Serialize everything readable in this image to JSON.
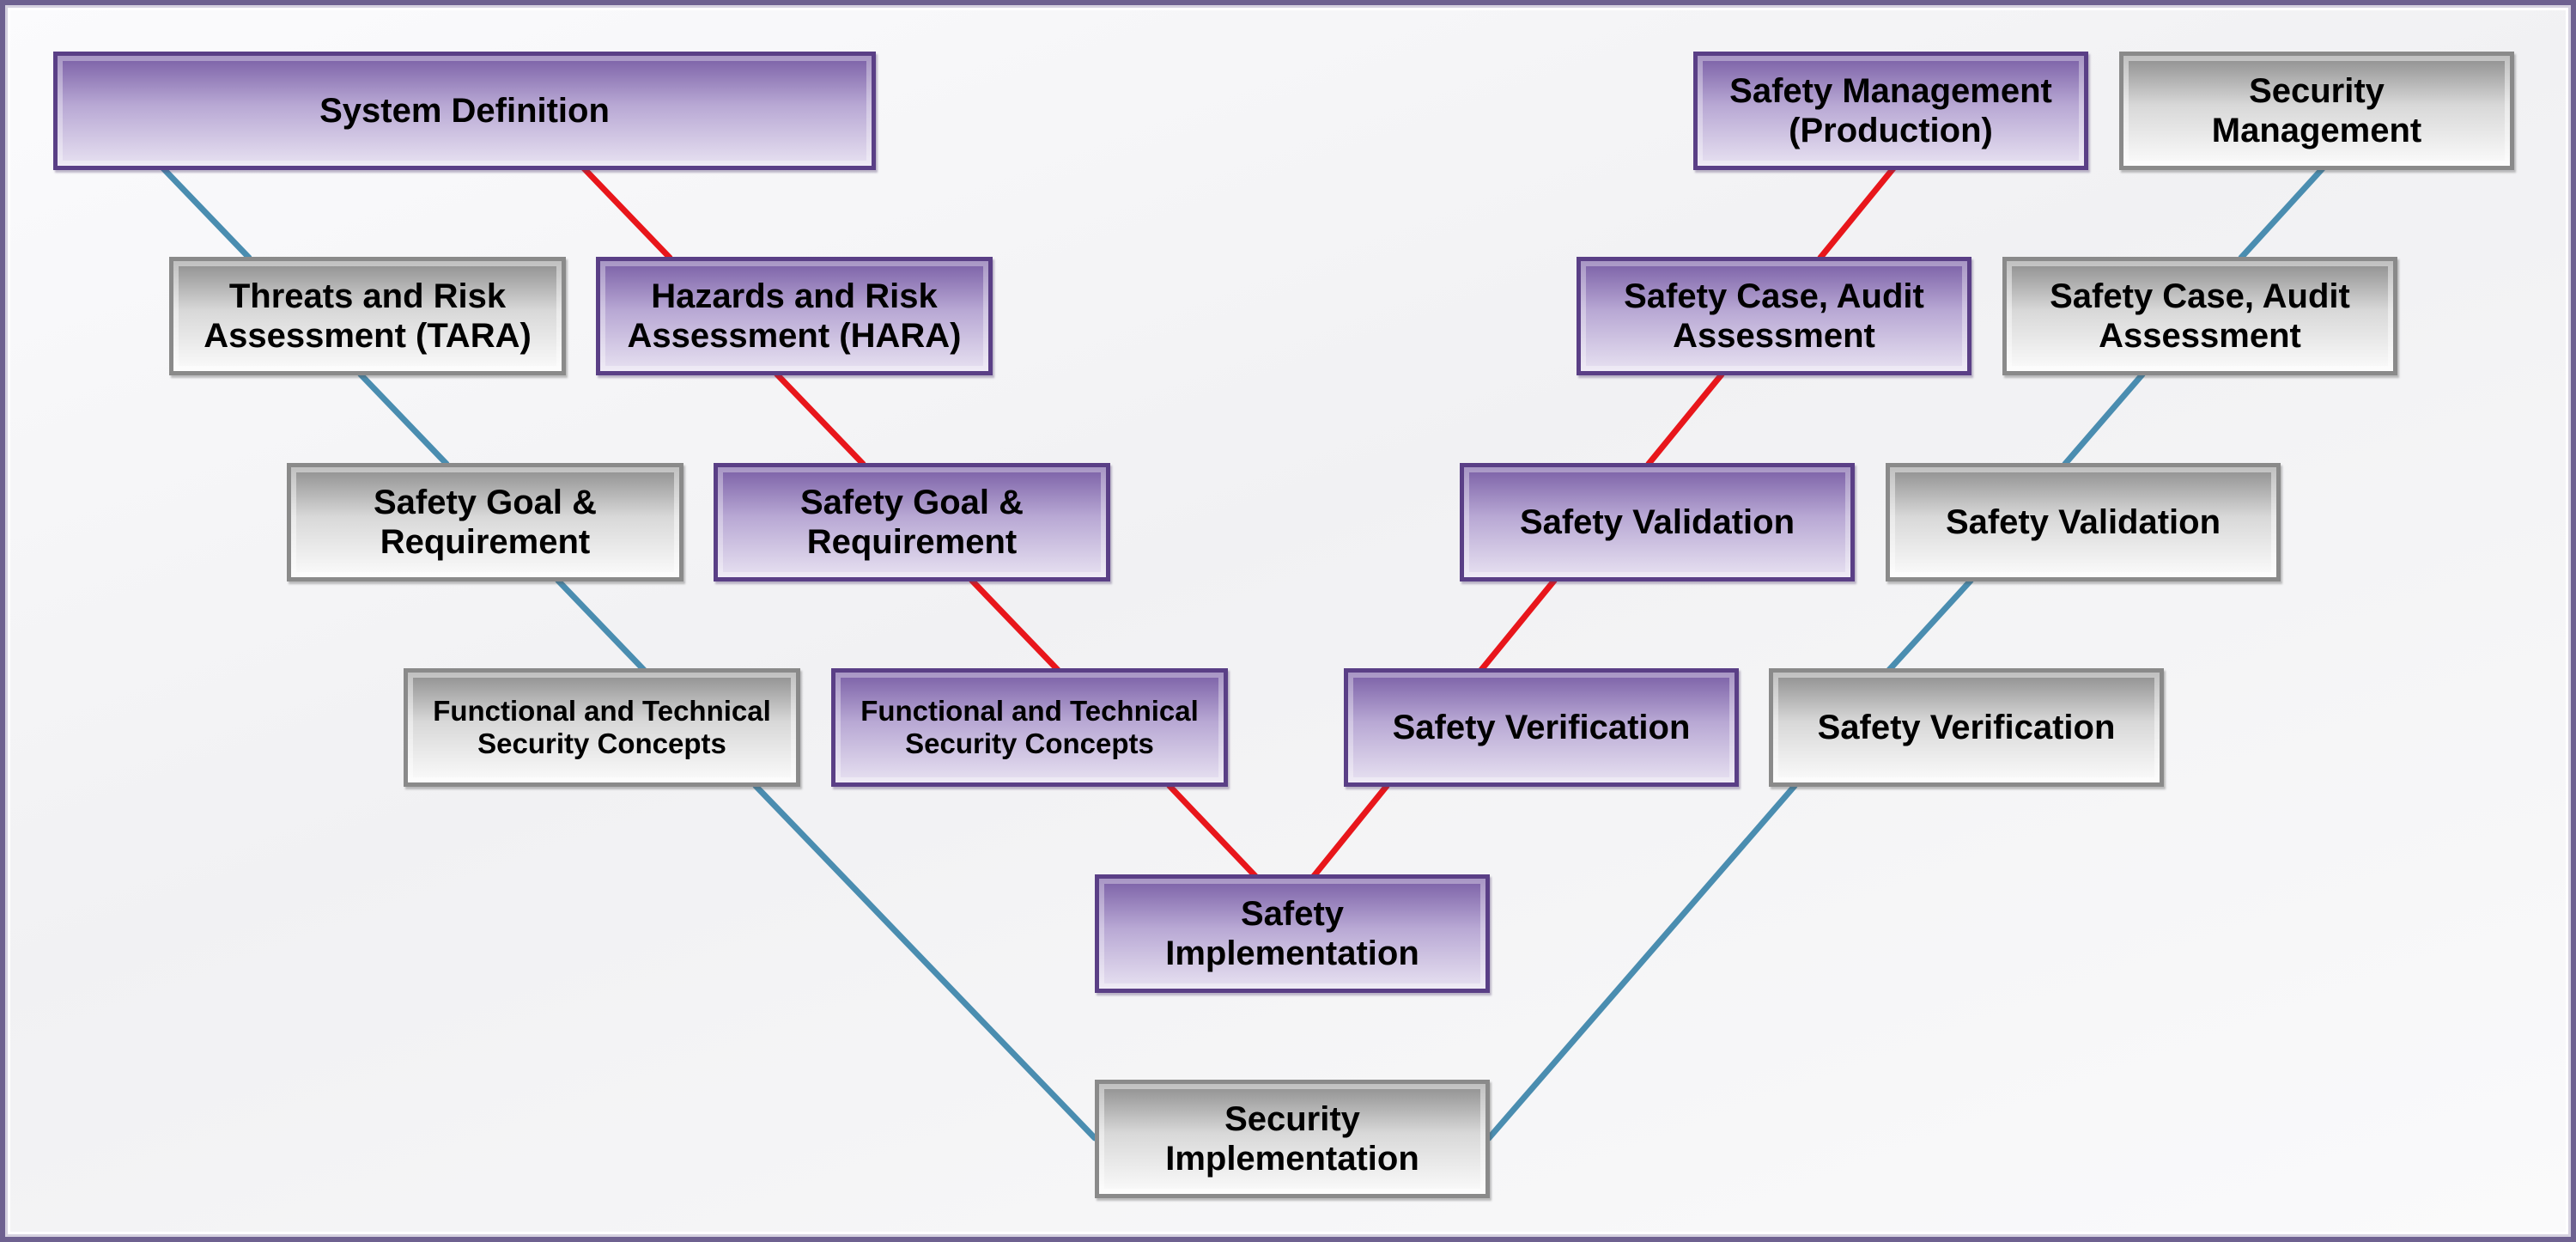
{
  "colors": {
    "safety_track": "#e8161b",
    "security_track": "#4a8db0",
    "safety_box": "#8d74b8",
    "security_box": "#c8c8c8"
  },
  "boxes": {
    "system_definition": "System Definition",
    "threats_tara": "Threats and Risk\nAssessment (TARA)",
    "hazards_hara": "Hazards and Risk\nAssessment (HARA)",
    "security_goal_req": "Safety Goal &\nRequirement",
    "safety_goal_req": "Safety Goal &\nRequirement",
    "security_concepts": "Functional and Technical\nSecurity Concepts",
    "safety_concepts": "Functional and Technical\nSecurity Concepts",
    "safety_implementation": "Safety\nImplementation",
    "security_implementation": "Security\nImplementation",
    "safety_verification": "Safety Verification",
    "security_verification": "Safety Verification",
    "safety_validation": "Safety Validation",
    "security_validation": "Safety Validation",
    "safety_case_audit": "Safety Case, Audit\nAssessment",
    "security_case_audit": "Safety Case, Audit\nAssessment",
    "safety_management": "Safety Management\n(Production)",
    "security_management": "Security\nManagement"
  }
}
